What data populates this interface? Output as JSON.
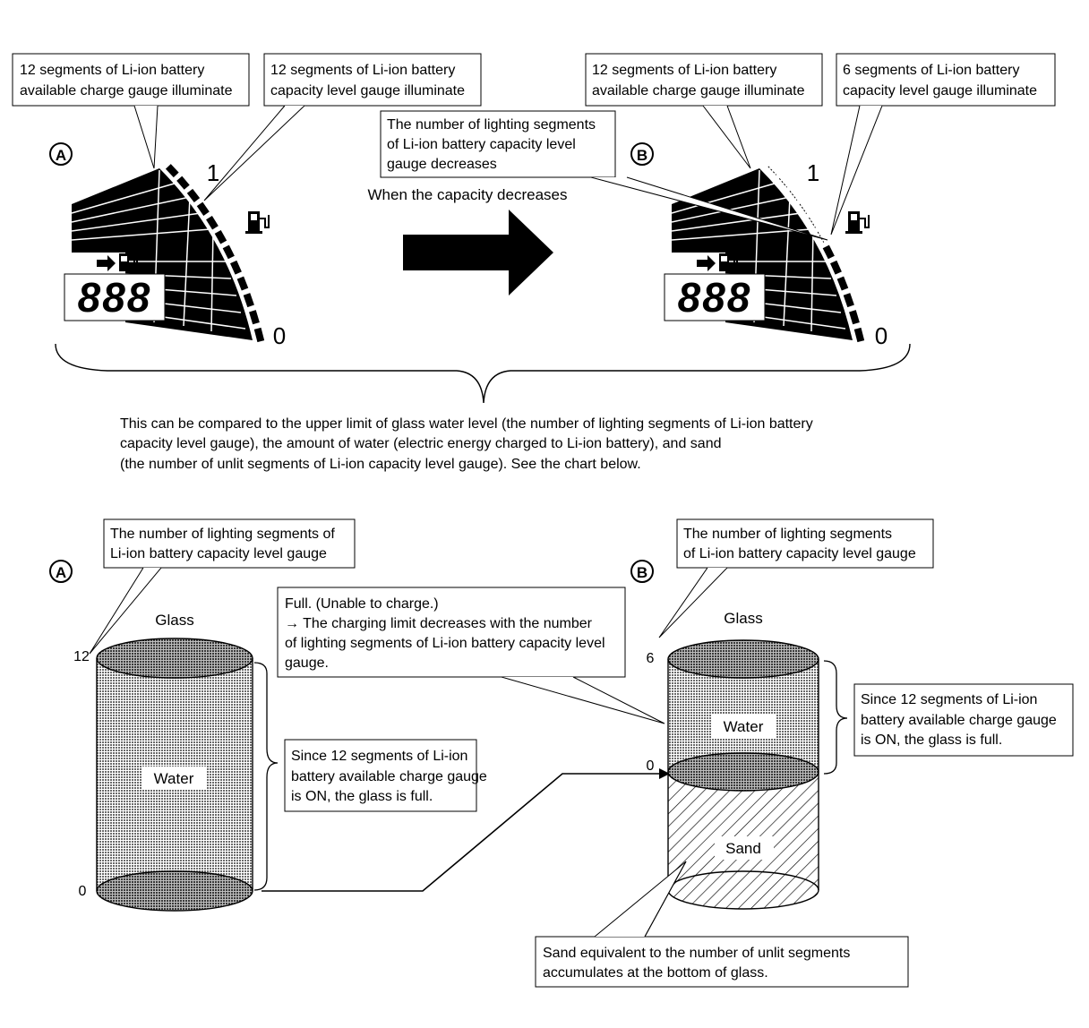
{
  "top": {
    "panel_a": {
      "marker": "A",
      "callout_available": [
        "12 segments of Li-ion battery",
        "available charge gauge illuminate"
      ],
      "callout_capacity": [
        "12 segments of Li-ion battery",
        "capacity level gauge illuminate"
      ],
      "scale_top": "1",
      "scale_bottom": "0",
      "digits": "888",
      "lit_capacity_segments": 12,
      "lit_available_segments": 12
    },
    "panel_b": {
      "marker": "B",
      "callout_available": [
        "12 segments of Li-ion battery",
        "available charge gauge illuminate"
      ],
      "callout_capacity": [
        "6 segments of Li-ion battery",
        "capacity level gauge illuminate"
      ],
      "callout_decrease": [
        "The number of lighting segments",
        "of Li-ion battery capacity level",
        "gauge decreases"
      ],
      "scale_top": "1",
      "scale_bottom": "0",
      "digits": "888",
      "lit_capacity_segments": 6,
      "lit_available_segments": 12
    },
    "arrow_label": "When the capacity decreases",
    "summary": [
      "This can be compared to the upper limit of glass water level (the number of lighting segments of Li-ion battery",
      "capacity level gauge), the amount of water (electric energy charged to Li-ion battery), and sand",
      "(the number of unlit segments of Li-ion capacity level gauge). See the chart below."
    ]
  },
  "bottom": {
    "glass_a": {
      "marker": "A",
      "callout": [
        "The number of lighting segments of",
        "Li-ion battery capacity level gauge"
      ],
      "glass_label": "Glass",
      "scale_top": "12",
      "scale_bottom": "0",
      "water_label": "Water",
      "note": [
        "Since 12 segments of Li-ion",
        "battery available charge gauge",
        "is ON, the glass is full."
      ]
    },
    "glass_b": {
      "marker": "B",
      "callout": [
        "The number of lighting segments",
        "of Li-ion battery capacity level gauge"
      ],
      "glass_label": "Glass",
      "scale_top": "6",
      "scale_zero": "0",
      "water_label": "Water",
      "sand_label": "Sand",
      "note": [
        "Since 12 segments of Li-ion",
        "battery available charge gauge",
        "is ON, the glass is full."
      ],
      "full_note": [
        "Full. (Unable to charge.)",
        "→ The charging limit decreases with the number",
        "of lighting segments of Li-ion battery capacity level",
        "gauge."
      ],
      "sand_note": [
        "Sand equivalent to the number of unlit segments",
        "accumulates at the bottom of glass."
      ]
    }
  }
}
